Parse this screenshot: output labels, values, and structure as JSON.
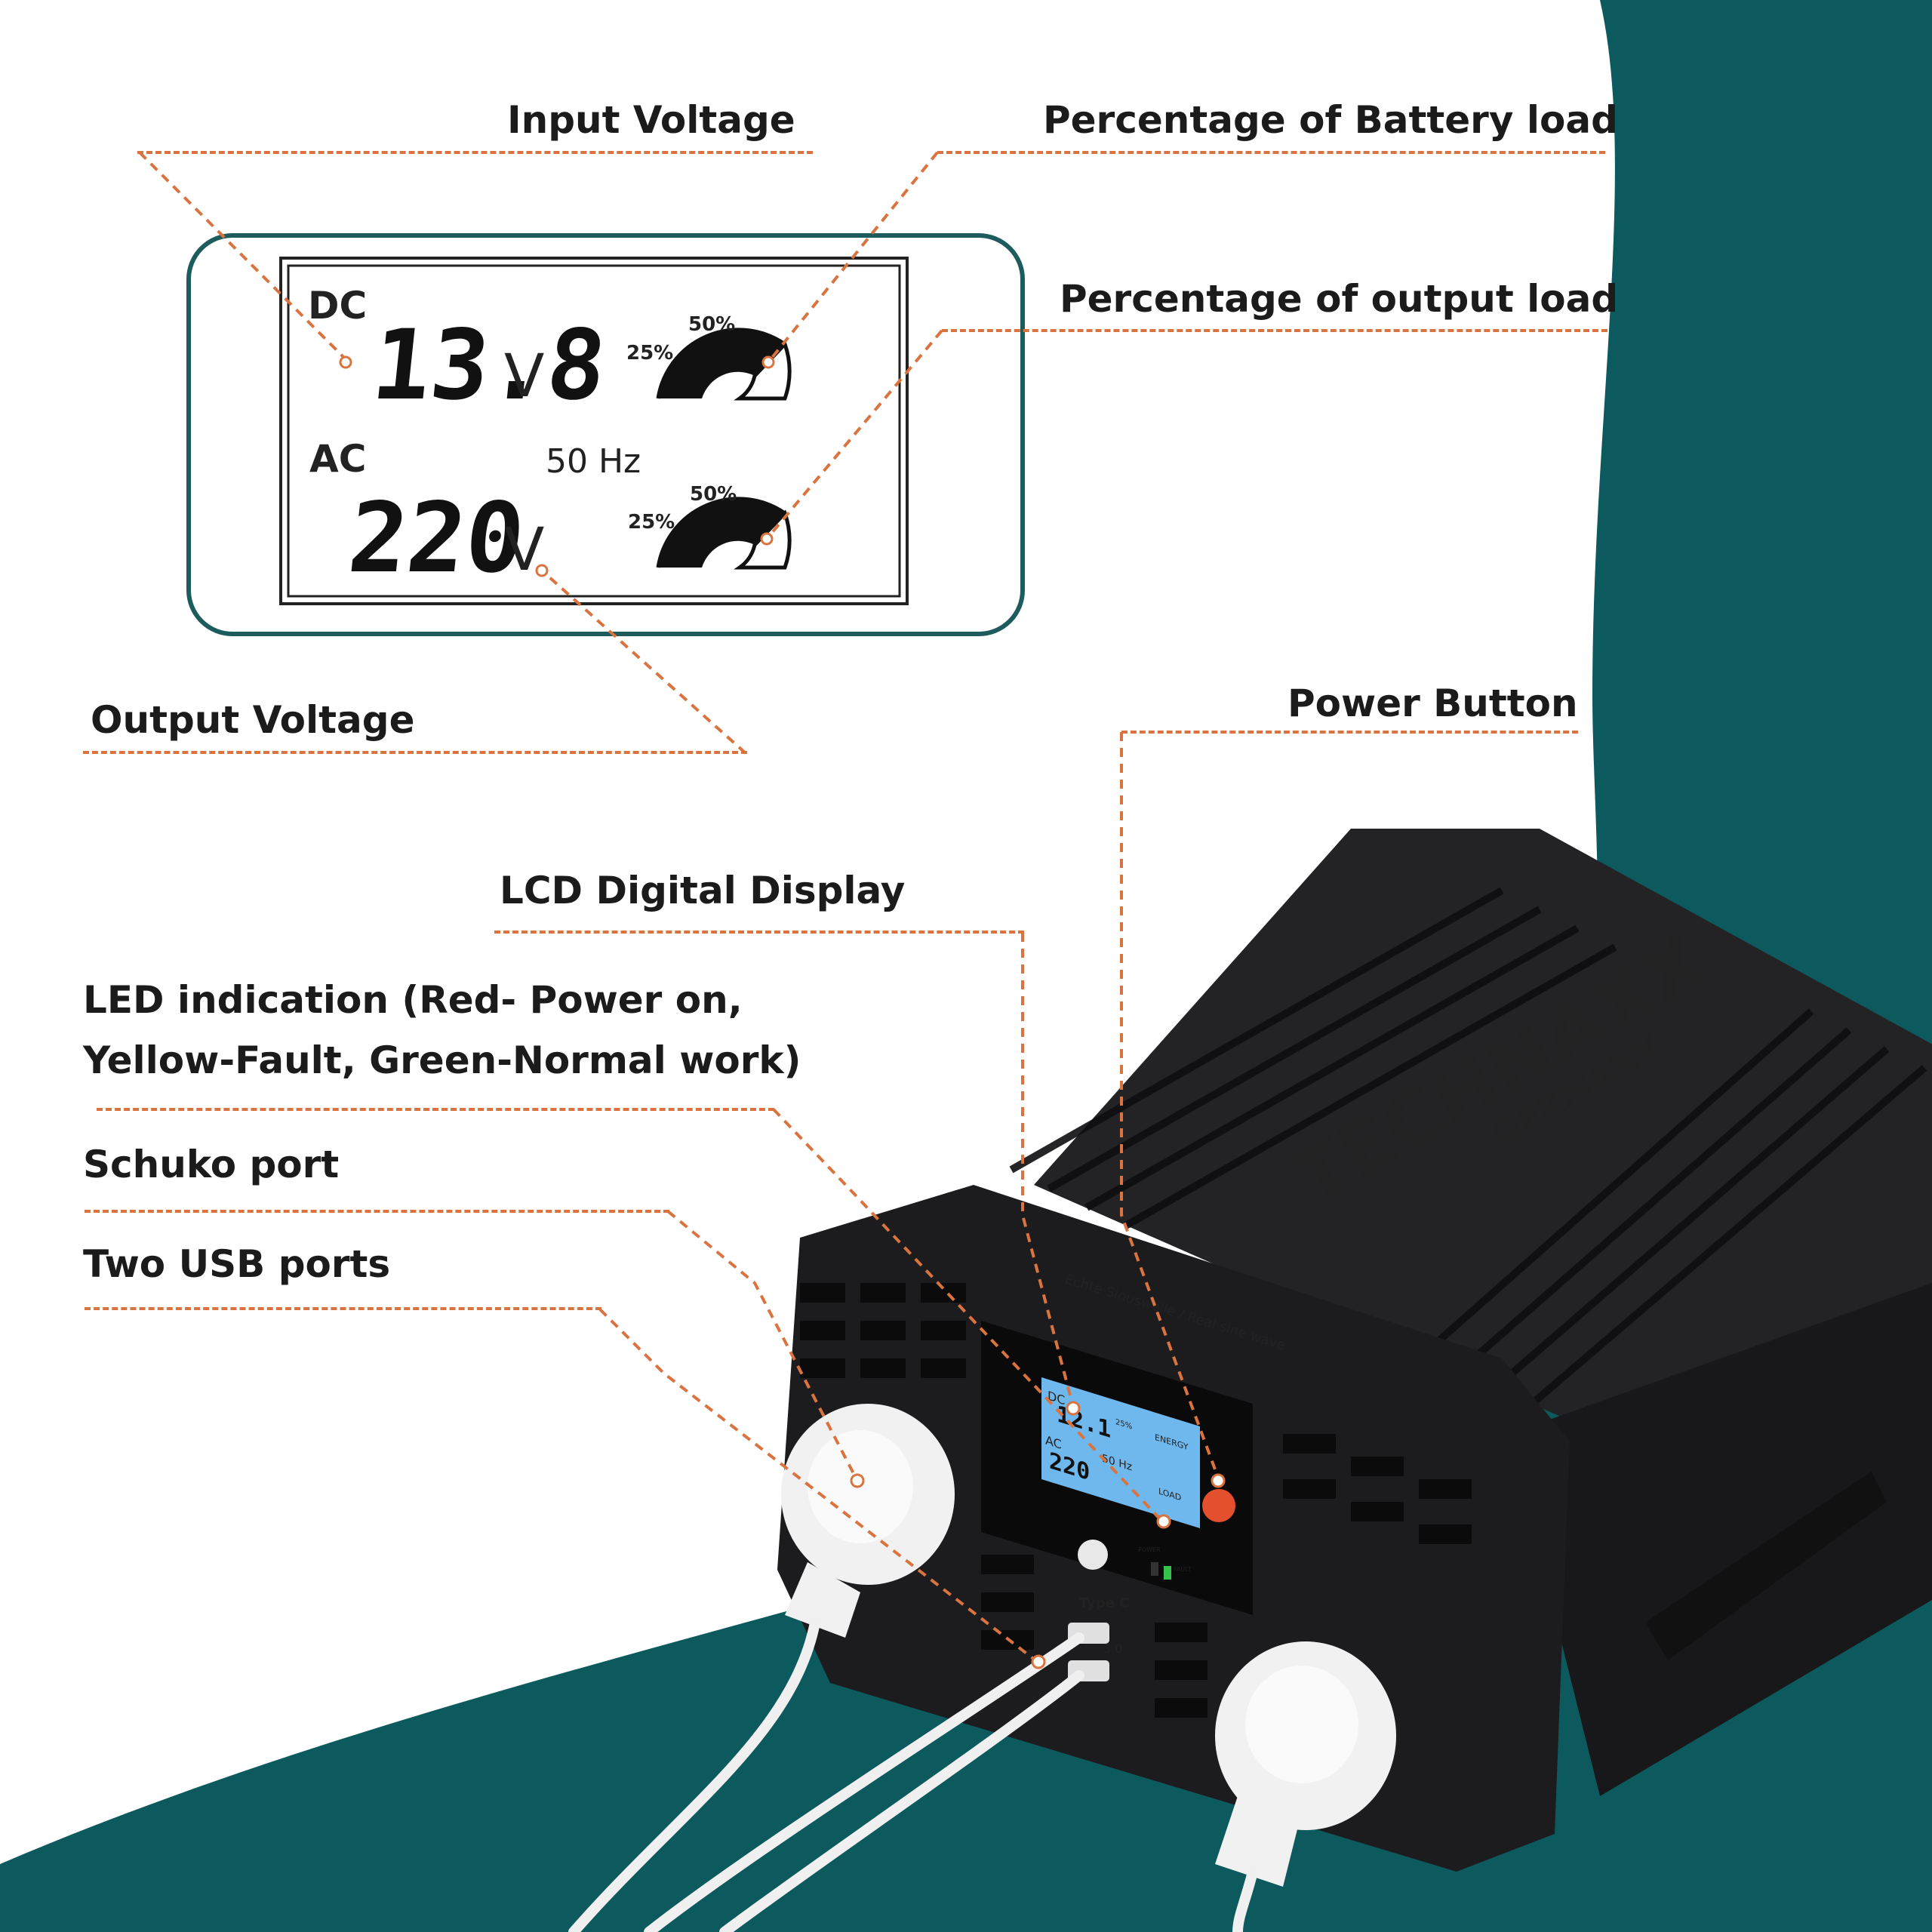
{
  "colors": {
    "teal": "#0d5a5e",
    "accent": "#d9733f",
    "lcd_frame": "#1d5b5c",
    "device": "#1c1c1e",
    "lcd_blue": "#6fb8ee"
  },
  "labels": {
    "input_voltage": "Input Voltage",
    "battery_load": "Percentage of Battery load",
    "output_load": "Percentage of output load",
    "output_voltage": "Output Voltage",
    "power_button": "Power Button",
    "lcd_display": "LCD Digital Display",
    "led_line1": "LED indication (Red- Power on,",
    "led_line2": "Yellow-Fault, Green-Normal work)",
    "schuko": "Schuko port",
    "usb": "Two USB ports"
  },
  "lcd": {
    "dc_label": "DC",
    "dc_value": "13.8",
    "dc_unit": "V",
    "ac_label": "AC",
    "frequency": "50 Hz",
    "ac_value": "220",
    "ac_unit": "V",
    "gauge_25": "25%",
    "gauge_50": "50%"
  },
  "device": {
    "brand": "TECHNAXX",
    "brand_sub": "GERMANY",
    "tagline": "Echte Sinuswelle / Real sine wave",
    "small_lcd_dc": "DC",
    "small_lcd_dc_value": "12.1",
    "small_lcd_ac": "AC",
    "small_lcd_ac_value": "220",
    "small_lcd_hz": "50 Hz",
    "small_lcd_energy": "ENERGY",
    "small_lcd_load": "LOAD",
    "small_lcd_25": "25%",
    "led_power": "POWER",
    "led_fault": "FAULT",
    "type_c": "Type C",
    "usb_label": "3.0"
  }
}
